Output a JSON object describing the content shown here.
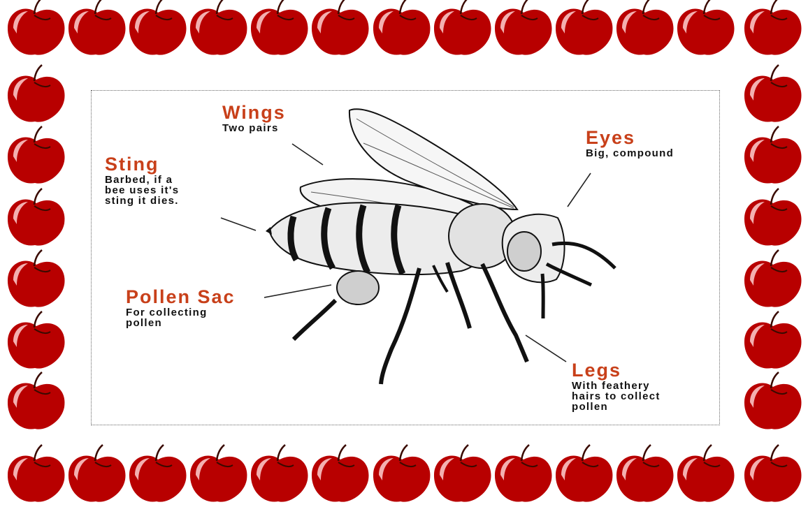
{
  "border": {
    "motif": "red-apple-icon",
    "apple_color": "#b80000",
    "highlight_color": "#f3b0b0",
    "stem_color": "#3a0a00"
  },
  "diagram": {
    "subject_illustration": "bee-illustration",
    "label_color": "#c8401a",
    "labels": {
      "wings": {
        "title": "Wings",
        "desc": "Two pairs"
      },
      "eyes": {
        "title": "Eyes",
        "desc": "Big, compound"
      },
      "sting": {
        "title": "Sting",
        "desc": "Barbed, if a\nbee uses it's\nsting it dies."
      },
      "pollen_sac": {
        "title": "Pollen Sac",
        "desc": "For collecting\npollen"
      },
      "legs": {
        "title": "Legs",
        "desc": "With feathery\nhairs to collect\npollen"
      }
    }
  }
}
